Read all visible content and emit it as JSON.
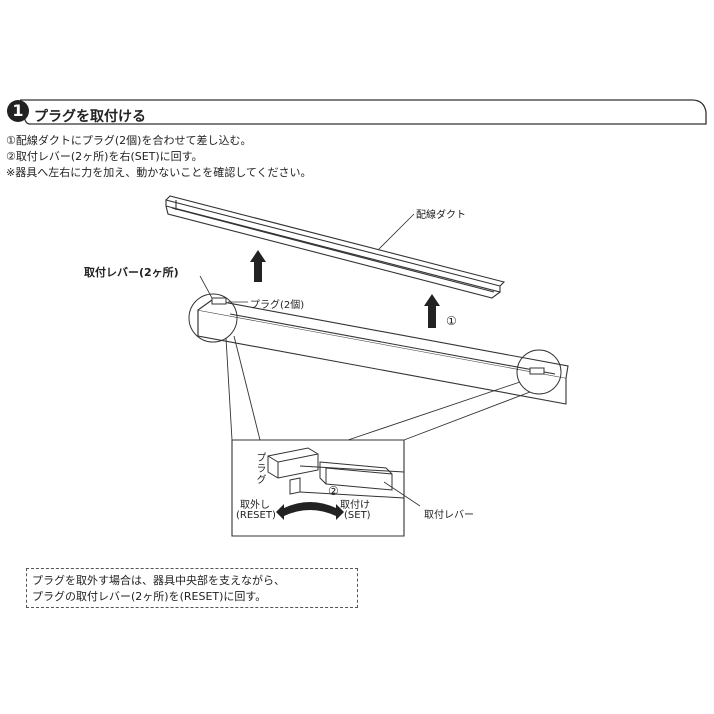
{
  "header": {
    "step_number": "1",
    "title": "プラグを取付ける"
  },
  "instructions": [
    "①配線ダクトにプラグ(2個)を合わせて差し込む。",
    "②取付レバー(2ヶ所)を右(SET)に回す。",
    "※器具へ左右に力を加え、動かないことを確認してください。"
  ],
  "labels": {
    "duct": "配線ダクト",
    "lever_bold": "取付レバー(2ヶ所)",
    "plug_count": "プラグ(2個)",
    "marker_1": "①",
    "plug_vertical": "プラグ",
    "marker_2": "②",
    "remove": "取外し",
    "reset": "(RESET)",
    "attach": "取付け",
    "set": "(SET)",
    "lever": "取付レバー"
  },
  "note": [
    "プラグを取外す場合は、器具中央部を支えながら、",
    "プラグの取付レバー(2ヶ所)を(RESET)に回す。"
  ]
}
